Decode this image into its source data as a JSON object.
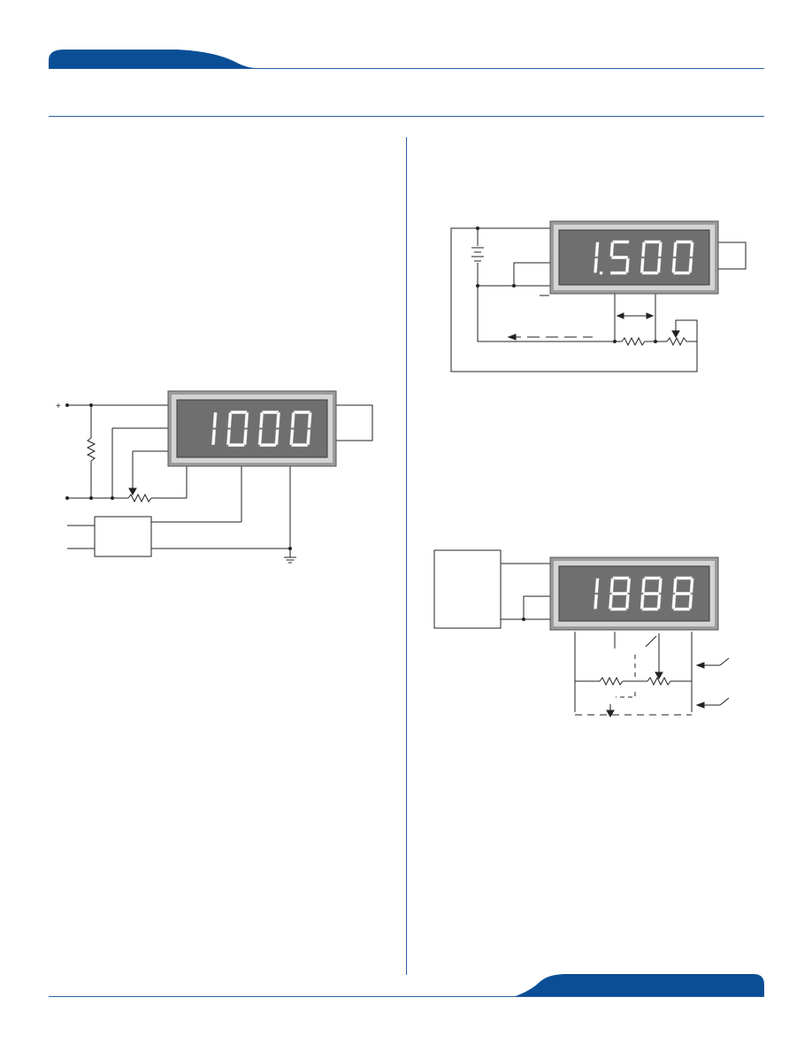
{
  "colors": {
    "brand_blue": "#0a4f96",
    "rule_blue": "#2a5fa3",
    "bezel_outer": "#9c9c9c",
    "bezel_light": "#d4d4d4",
    "display_face": "#6f6f6f",
    "segment": "#ffffff",
    "wire": "#222222"
  },
  "figures": {
    "fig1": {
      "display_text": "1000",
      "signal": "+"
    },
    "fig2": {
      "display_text": "1.500"
    },
    "fig3": {
      "display_text": "1888"
    }
  }
}
